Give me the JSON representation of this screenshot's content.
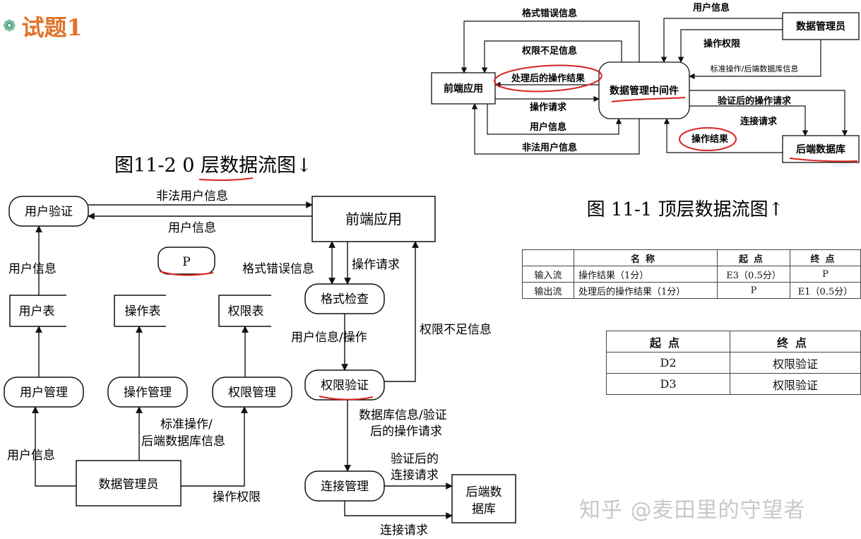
{
  "slide_title": "试题1",
  "icons": {
    "slide_icon": "gear-icon"
  },
  "top_diagram": {
    "caption": "图 11-1  顶层数据流图↑",
    "nodes": {
      "front_app": "前端应用",
      "middleware": "数据管理中间件",
      "db_admin": "数据管理员",
      "backend_db": "后端数据库"
    },
    "flows": {
      "format_error": "格式错误信息",
      "insufficient_perm": "权限不足信息",
      "processed_result": "处理后的操作结果",
      "op_request": "操作请求",
      "user_info": "用户信息",
      "illegal_user": "非法用户信息",
      "admin_user_info": "用户信息",
      "op_permission": "操作权限",
      "std_op_db_info": "标准操作/后端数据库信息",
      "verified_request": "验证后的操作请求",
      "connect_request": "连接请求",
      "op_result": "操作结果"
    }
  },
  "level0_diagram": {
    "caption": "图11-2  0 层数据流图↓",
    "nodes": {
      "user_verify": "用户验证",
      "front_app": "前端应用",
      "p": "P",
      "user_table": "用户表",
      "op_table": "操作表",
      "perm_table": "权限表",
      "format_check": "格式检查",
      "perm_verify": "权限验证",
      "user_mgmt": "用户管理",
      "op_mgmt": "操作管理",
      "perm_mgmt": "权限管理",
      "db_admin": "数据管理员",
      "conn_mgmt": "连接管理",
      "backend_db": "后端数据库"
    },
    "flows": {
      "illegal_user": "非法用户信息",
      "user_info_top": "用户信息",
      "user_info_left": "用户信息",
      "format_error": "格式错误信息",
      "op_request": "操作请求",
      "user_info_op": "用户信息/操作",
      "insufficient_perm": "权限不足信息",
      "db_info_verified": "数据库信息/验证后的操作请求",
      "verified_conn_req": "验证后的连接请求",
      "conn_request": "连接请求",
      "std_op_db_info": "标准操作/后端数据库信息",
      "user_info_admin": "用户信息",
      "op_permission": "操作权限"
    }
  },
  "io_table": {
    "headers": [
      "",
      "名称",
      "起点",
      "终点"
    ],
    "rows": [
      [
        "输入流",
        "操作结果（1分）",
        "E3（0.5分）",
        "P"
      ],
      [
        "输出流",
        "处理后的操作结果（1分）",
        "P",
        "E1（0.5分）"
      ]
    ]
  },
  "ds_table": {
    "headers": [
      "起点",
      "终点"
    ],
    "rows": [
      [
        "D2",
        "权限验证"
      ],
      [
        "D3",
        "权限验证"
      ]
    ]
  },
  "watermark": "知乎 @麦田里的守望者",
  "colors": {
    "title_orange": "#e0742a",
    "annotation_red": "#d8231c",
    "icon_green": "#1f8a5a"
  }
}
